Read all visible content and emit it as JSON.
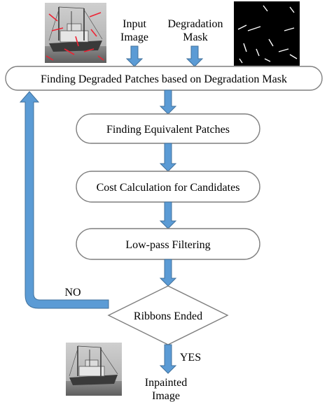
{
  "labels": {
    "input_image": [
      "Input",
      "Image"
    ],
    "degradation_mask": [
      "Degradation",
      "Mask"
    ],
    "finding_degraded": "Finding Degraded Patches based on Degradation Mask",
    "finding_equivalent": "Finding Equivalent Patches",
    "cost_calculation": "Cost Calculation for Candidates",
    "low_pass": "Low-pass Filtering",
    "ribbons_ended": "Ribbons Ended",
    "no": "NO",
    "yes": "YES",
    "inpainted_image": [
      "Inpainted",
      "Image"
    ]
  },
  "colors": {
    "arrow_fill": "#5b9bd5",
    "arrow_stroke": "#41719c",
    "box_stroke": "#7f7f7f",
    "box_fill": "#ffffff"
  }
}
